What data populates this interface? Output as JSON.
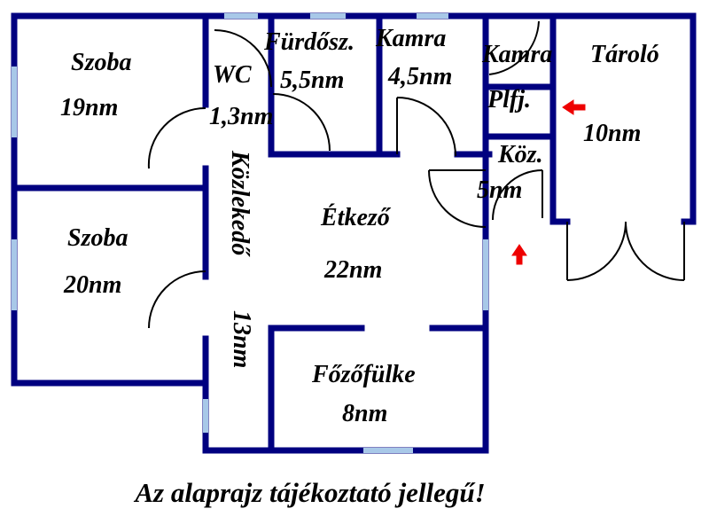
{
  "colors": {
    "wall": "#000080",
    "window": "#a8c8e8",
    "door": "#000000",
    "entrance_arrow": "#ee0000"
  },
  "rooms": {
    "szoba1": {
      "name": "Szoba",
      "area": "19nm"
    },
    "szoba2": {
      "name": "Szoba",
      "area": "20nm"
    },
    "wc": {
      "name": "WC",
      "area": "1,3nm"
    },
    "furdo": {
      "name": "Fürdősz.",
      "area": "5,5nm"
    },
    "kamra1": {
      "name": "Kamra",
      "area": "4,5nm"
    },
    "kamra2": {
      "name": "Kamra",
      "area": "Plfj."
    },
    "tarolo": {
      "name": "Tároló",
      "area": "10nm"
    },
    "koz": {
      "name": "Köz.",
      "area": "5nm"
    },
    "kozlekedo": {
      "name": "Közlekedő",
      "area": "13nm"
    },
    "etkezo": {
      "name": "Étkező",
      "area": "22nm"
    },
    "fozofulke": {
      "name": "Főzőfülke",
      "area": "8nm"
    }
  },
  "caption": "Az alaprajz tájékoztató jellegű!"
}
